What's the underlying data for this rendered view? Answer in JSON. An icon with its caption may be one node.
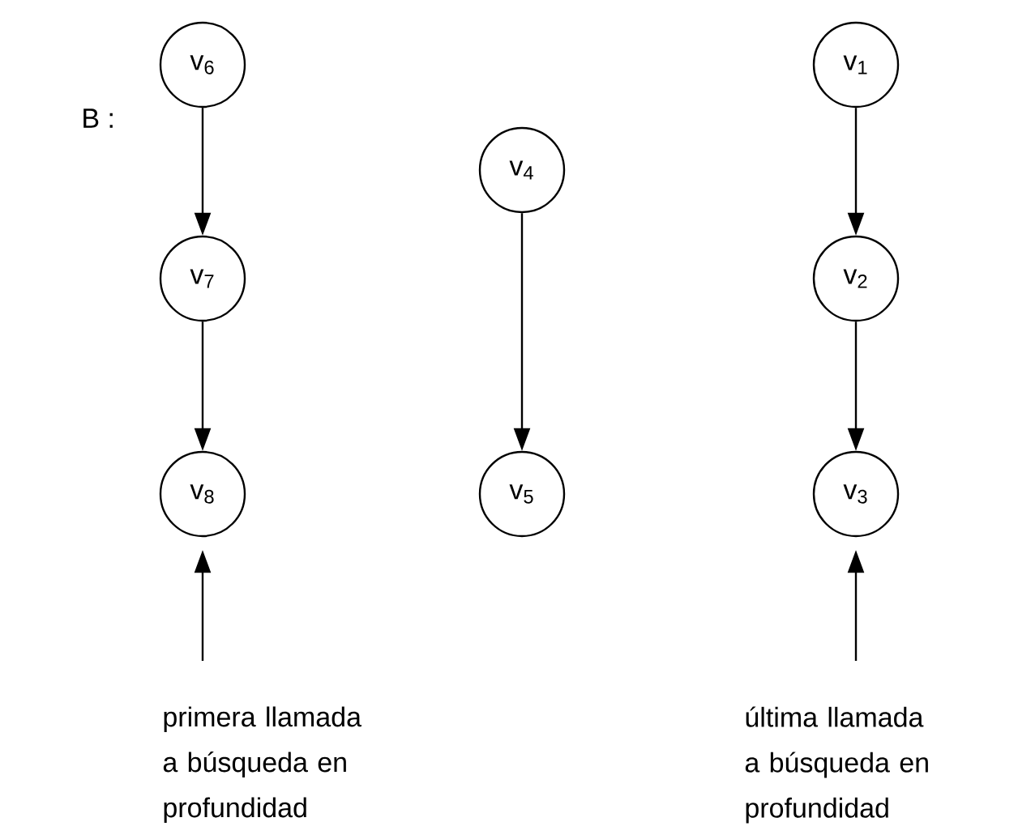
{
  "diagram": {
    "nodes": [
      {
        "text": [
          "v$_{6}$"
        ]
      },
      {
        "text": [
          "v$_{7}$"
        ]
      },
      {
        "text": [
          "v$_{8}$"
        ]
      },
      {
        "text": [
          "v$_{4}$"
        ]
      },
      {
        "text": [
          "v$_{5}$"
        ]
      },
      {
        "text": [
          "v$_{1}$"
        ]
      },
      {
        "text": [
          "v$_{2}$"
        ]
      },
      {
        "text": [
          "v$_{3}$"
        ]
      },
      {
        "text": [
          "primera llamada a búsqueda en profundidad"
        ]
      },
      {
        "text": [
          "última llamada a búsqueda en profundidad"
        ]
      }
    ],
    "edges": [
      {
        "from": 0,
        "to": 1,
        "arrow": "to"
      },
      {
        "from": 1,
        "to": 2,
        "arrow": "to"
      },
      {
        "from": 3,
        "to": 4,
        "arrow": "to"
      },
      {
        "from": 5,
        "to": 6,
        "arrow": "to"
      },
      {
        "from": 6,
        "to": 7,
        "arrow": "to"
      },
      {
        "from": 8,
        "to": 2,
        "arrow": "to"
      },
      {
        "from": 9,
        "to": 7,
        "arrow": "to"
      }
    ],
    "labels": [
      "B :"
    ]
  }
}
